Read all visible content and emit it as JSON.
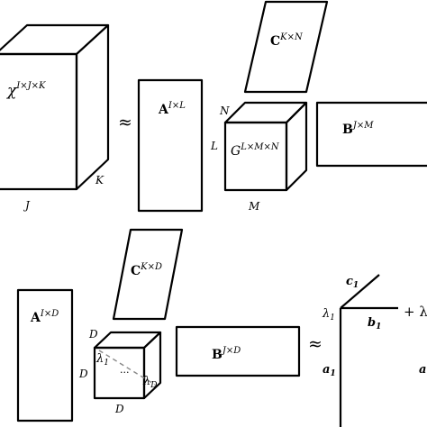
{
  "tucker": {
    "tensor": {
      "symbol": "χ",
      "superscript": "I×J×K"
    },
    "tensor_dims": {
      "j": "J",
      "k": "K"
    },
    "approx": "≈",
    "factor_a": {
      "symbol": "A",
      "superscript": "I×L"
    },
    "factor_b": {
      "symbol": "B",
      "superscript": "J×M"
    },
    "factor_c": {
      "symbol": "C",
      "superscript": "K×N"
    },
    "core": {
      "symbol": "G",
      "superscript": "L×M×N"
    },
    "core_dims": {
      "l": "L",
      "m": "M",
      "n": "N"
    }
  },
  "cp": {
    "factor_a": {
      "symbol": "A",
      "superscript": "I×D"
    },
    "factor_b": {
      "symbol": "B",
      "superscript": "J×D"
    },
    "factor_c": {
      "symbol": "C",
      "superscript": "K×D"
    },
    "core_dims": {
      "top": "D",
      "left": "D",
      "bottom": "D"
    },
    "lambda1": {
      "symbol": "λ",
      "sub": "1"
    },
    "lambdaD": {
      "symbol": "λ",
      "sub": "D"
    },
    "dots": "...",
    "approx": "≈",
    "rank_one": {
      "c1": {
        "symbol": "c",
        "sub": "1"
      },
      "lambda1": {
        "symbol": "λ",
        "sub": "1"
      },
      "b1": {
        "symbol": "b",
        "sub": "1"
      },
      "a1": {
        "symbol": "a",
        "sub": "1"
      },
      "plus_next": "+ λ",
      "next_a": "a"
    }
  }
}
